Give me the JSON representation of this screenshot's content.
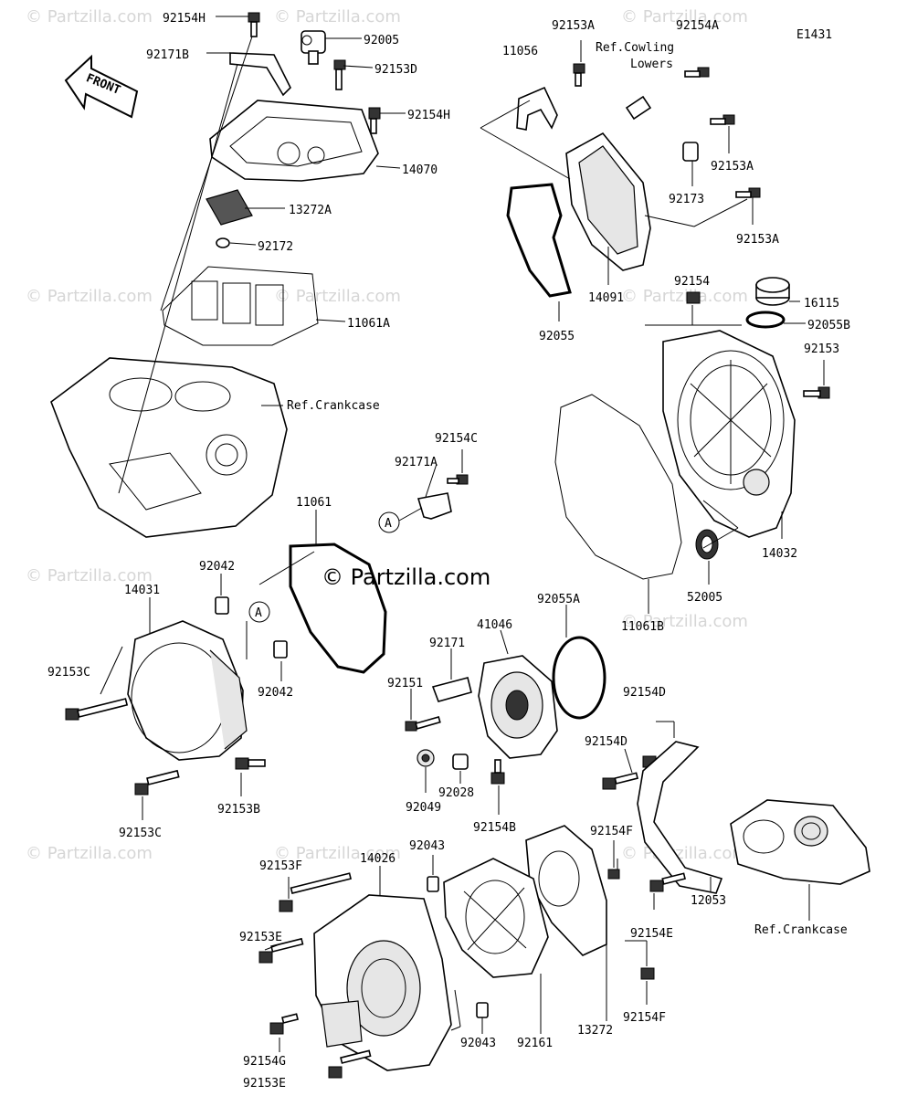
{
  "diagram": {
    "code": "E1431",
    "front_label": "FRONT",
    "watermark": "© Partzilla.com",
    "labels": [
      {
        "id": "92154H_a",
        "text": "92154H"
      },
      {
        "id": "92171B",
        "text": "92171B"
      },
      {
        "id": "92005",
        "text": "92005"
      },
      {
        "id": "92153D",
        "text": "92153D"
      },
      {
        "id": "92154H_b",
        "text": "92154H"
      },
      {
        "id": "14070",
        "text": "14070"
      },
      {
        "id": "13272A",
        "text": "13272A"
      },
      {
        "id": "92172",
        "text": "92172"
      },
      {
        "id": "11061A",
        "text": "11061A"
      },
      {
        "id": "ref_crankcase_1",
        "text": "Ref.Crankcase"
      },
      {
        "id": "92153A_a",
        "text": "92153A"
      },
      {
        "id": "11056",
        "text": "11056"
      },
      {
        "id": "ref_cowling_1",
        "text": "Ref.Cowling"
      },
      {
        "id": "ref_cowling_2",
        "text": "Lowers"
      },
      {
        "id": "92154A",
        "text": "92154A"
      },
      {
        "id": "92153A_b",
        "text": "92153A"
      },
      {
        "id": "92173",
        "text": "92173"
      },
      {
        "id": "92153A_c",
        "text": "92153A"
      },
      {
        "id": "14091",
        "text": "14091"
      },
      {
        "id": "92055",
        "text": "92055"
      },
      {
        "id": "92154",
        "text": "92154"
      },
      {
        "id": "16115",
        "text": "16115"
      },
      {
        "id": "92055B",
        "text": "92055B"
      },
      {
        "id": "92153",
        "text": "92153"
      },
      {
        "id": "14032",
        "text": "14032"
      },
      {
        "id": "52005",
        "text": "52005"
      },
      {
        "id": "11061B",
        "text": "11061B"
      },
      {
        "id": "92055A",
        "text": "92055A"
      },
      {
        "id": "92154C",
        "text": "92154C"
      },
      {
        "id": "92171A",
        "text": "92171A"
      },
      {
        "id": "callout_A_1",
        "text": "A"
      },
      {
        "id": "11061",
        "text": "11061"
      },
      {
        "id": "92042_a",
        "text": "92042"
      },
      {
        "id": "14031",
        "text": "14031"
      },
      {
        "id": "callout_A_2",
        "text": "A"
      },
      {
        "id": "92042_b",
        "text": "92042"
      },
      {
        "id": "92153C_a",
        "text": "92153C"
      },
      {
        "id": "92153B",
        "text": "92153B"
      },
      {
        "id": "92153C_b",
        "text": "92153C"
      },
      {
        "id": "41046",
        "text": "41046"
      },
      {
        "id": "92171",
        "text": "92171"
      },
      {
        "id": "92151",
        "text": "92151"
      },
      {
        "id": "92028",
        "text": "92028"
      },
      {
        "id": "92049",
        "text": "92049"
      },
      {
        "id": "92154B",
        "text": "92154B"
      },
      {
        "id": "92154D_a",
        "text": "92154D"
      },
      {
        "id": "92154D_b",
        "text": "92154D"
      },
      {
        "id": "92154F_a",
        "text": "92154F"
      },
      {
        "id": "12053",
        "text": "12053"
      },
      {
        "id": "92154E",
        "text": "92154E"
      },
      {
        "id": "ref_crankcase_2",
        "text": "Ref.Crankcase"
      },
      {
        "id": "92043_a",
        "text": "92043"
      },
      {
        "id": "92153F",
        "text": "92153F"
      },
      {
        "id": "14026",
        "text": "14026"
      },
      {
        "id": "92153E_a",
        "text": "92153E"
      },
      {
        "id": "92154G",
        "text": "92154G"
      },
      {
        "id": "92153E_b",
        "text": "92153E"
      },
      {
        "id": "92043_b",
        "text": "92043"
      },
      {
        "id": "92161",
        "text": "92161"
      },
      {
        "id": "13272",
        "text": "13272"
      },
      {
        "id": "92154F_b",
        "text": "92154F"
      }
    ]
  }
}
